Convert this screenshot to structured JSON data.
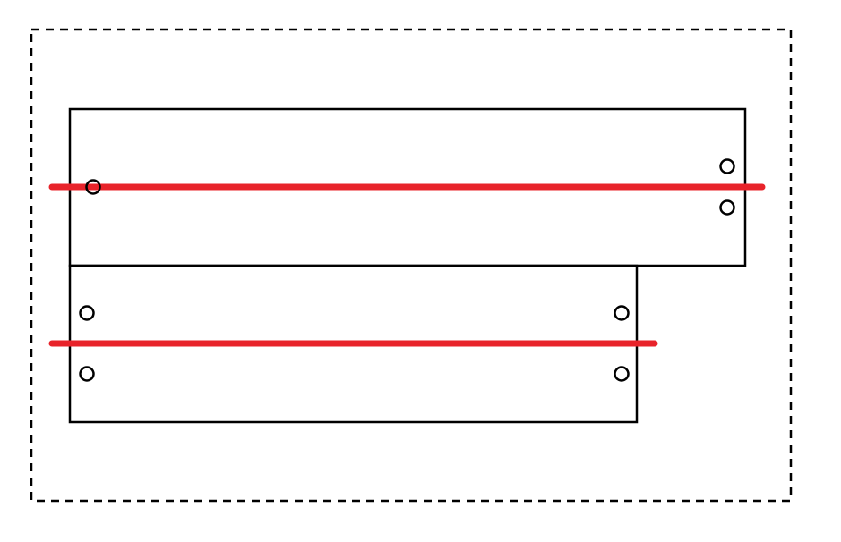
{
  "colors": {
    "background": "#ffffff",
    "outline": "#000000",
    "rail": "#e8232a"
  },
  "diagram": {
    "boundary_style": "dashed",
    "panels": [
      {
        "name": "upper-panel",
        "hole_count": 3
      },
      {
        "name": "lower-panel",
        "hole_count": 4
      }
    ],
    "rails": [
      {
        "name": "upper-rail"
      },
      {
        "name": "lower-rail"
      }
    ]
  }
}
